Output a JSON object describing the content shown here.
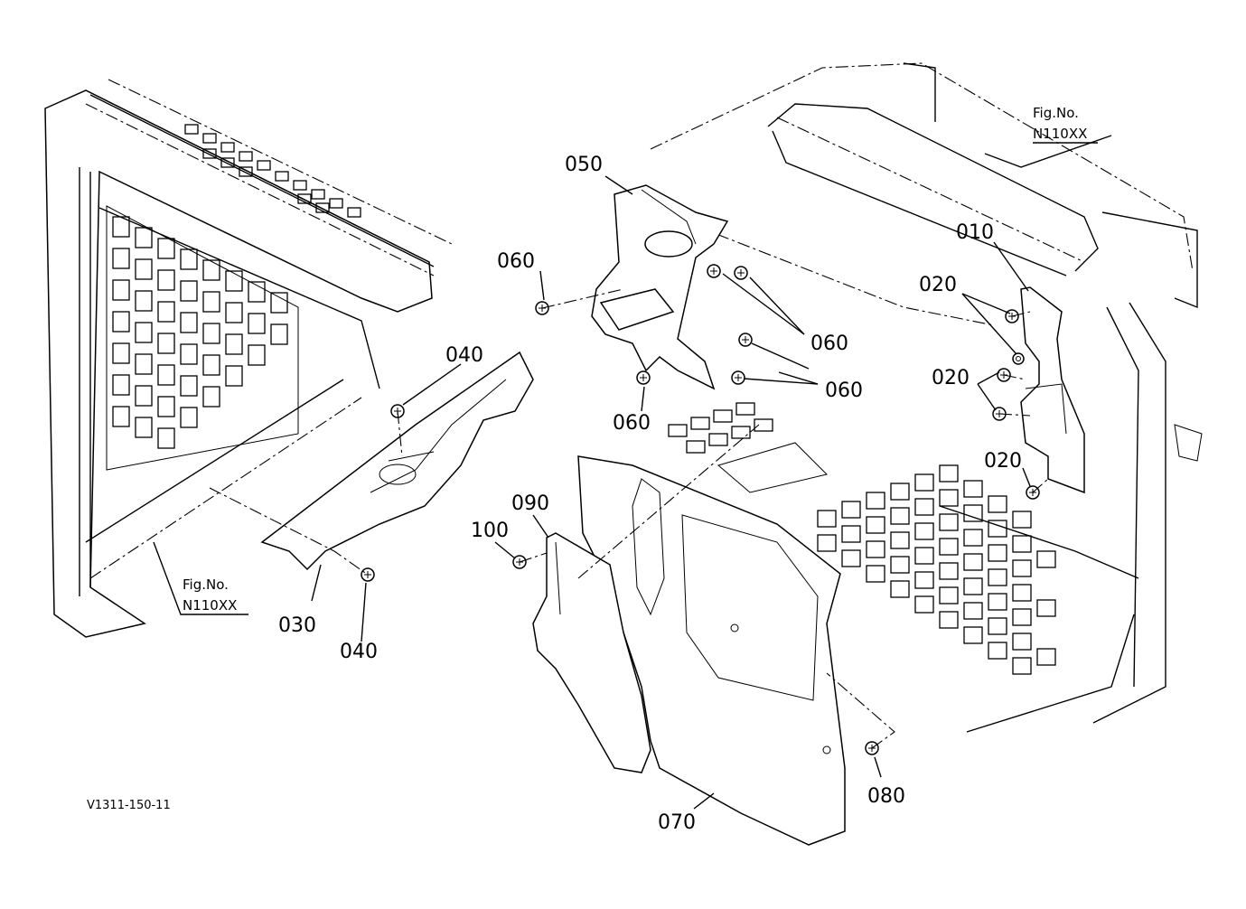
{
  "callouts": {
    "c010": "010",
    "c020a": "020",
    "c020b": "020",
    "c020c": "020",
    "c030": "030",
    "c040a": "040",
    "c040b": "040",
    "c050": "050",
    "c060a": "060",
    "c060b": "060",
    "c060c": "060",
    "c060d": "060",
    "c070": "070",
    "c080": "080",
    "c090": "090",
    "c100": "100"
  },
  "figure_refs": {
    "left": {
      "title": "Fig.No.",
      "number": "N110XX"
    },
    "right": {
      "title": "Fig.No.",
      "number": "N110XX"
    }
  },
  "drawing_code": "V1311-150-11"
}
